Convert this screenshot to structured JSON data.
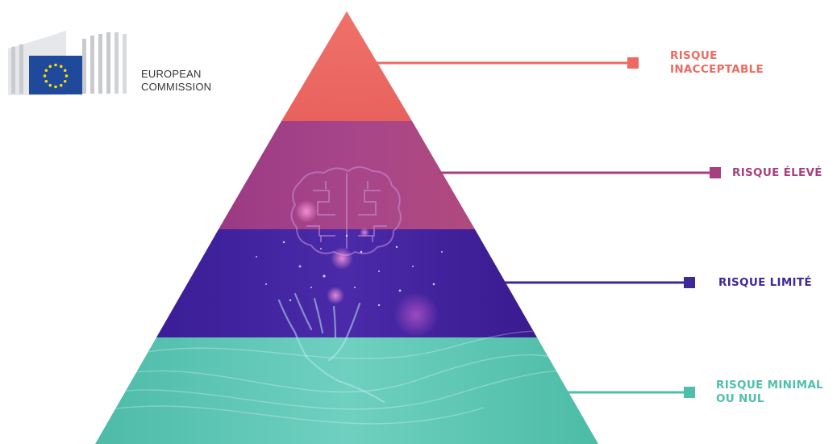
{
  "logo": {
    "line1": "EUROPEAN",
    "line2": "COMMISSION"
  },
  "colors": {
    "unacceptable": "#ee6a61",
    "high": "#a8407f",
    "limited": "#3d1e9e",
    "minimal": "#5cc3b0",
    "eu_blue": "#1f4a9c",
    "eu_star": "#ffdd00"
  },
  "levels": [
    {
      "id": "unacceptable",
      "label_line1": "RISQUE",
      "label_line2": "INACCEPTABLE",
      "color": "#ee6a61"
    },
    {
      "id": "high",
      "label_line1": "RISQUE ÉLEVÉ",
      "label_line2": "",
      "color": "#a8407f"
    },
    {
      "id": "limited",
      "label_line1": "RISQUE LIMITÉ",
      "label_line2": "",
      "color": "#3d2a98"
    },
    {
      "id": "minimal",
      "label_line1": "RISQUE MINIMAL",
      "label_line2": "OU NUL",
      "color": "#4fbfab"
    }
  ]
}
